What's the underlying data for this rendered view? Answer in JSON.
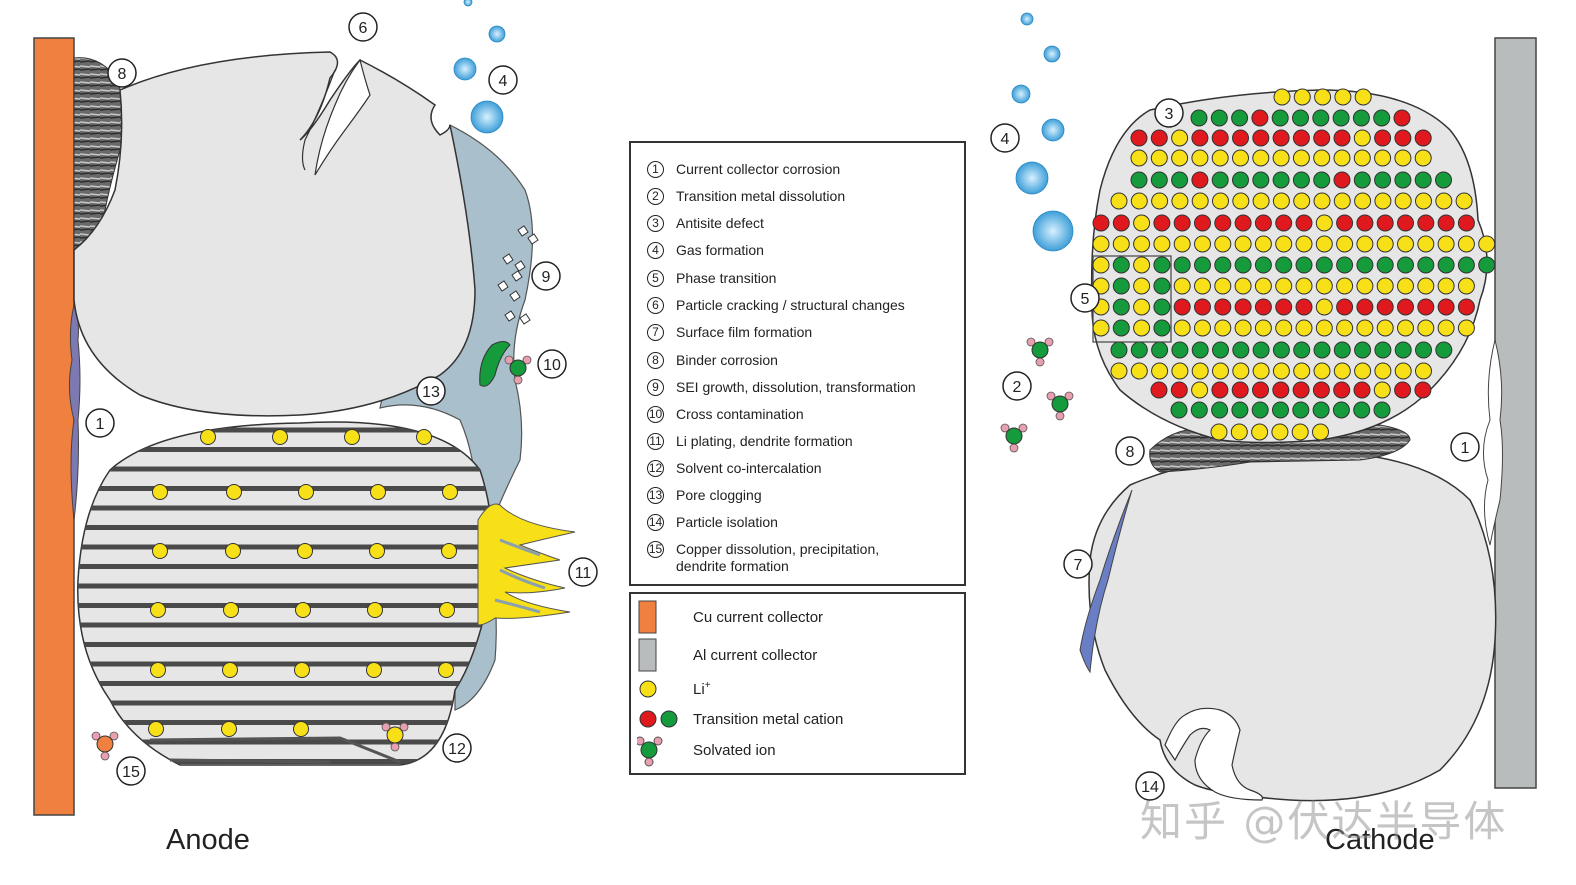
{
  "captions": {
    "anode": "Anode",
    "cathode": "Cathode"
  },
  "watermark": "知乎 @伏达半导体",
  "legend": [
    {
      "num": "1",
      "text": "Current collector corrosion"
    },
    {
      "num": "2",
      "text": "Transition metal dissolution"
    },
    {
      "num": "3",
      "text": "Antisite defect"
    },
    {
      "num": "4",
      "text": "Gas formation"
    },
    {
      "num": "5",
      "text": "Phase transition"
    },
    {
      "num": "6",
      "text": "Particle cracking / structural changes"
    },
    {
      "num": "7",
      "text": "Surface film formation"
    },
    {
      "num": "8",
      "text": "Binder corrosion"
    },
    {
      "num": "9",
      "text": "SEI growth, dissolution, transformation"
    },
    {
      "num": "10",
      "text": "Cross contamination"
    },
    {
      "num": "11",
      "text": "Li plating, dendrite formation"
    },
    {
      "num": "12",
      "text": "Solvent co-intercalation"
    },
    {
      "num": "13",
      "text": "Pore clogging"
    },
    {
      "num": "14",
      "text": "Particle isolation"
    },
    {
      "num": "15",
      "text": "Copper dissolution, precipitation, dendrite formation"
    }
  ],
  "key": [
    {
      "symbol": "cu",
      "text": "Cu current collector"
    },
    {
      "symbol": "al",
      "text": "Al current collector"
    },
    {
      "symbol": "li",
      "text": "Li",
      "sup": "+"
    },
    {
      "symbol": "tm",
      "text": "Transition metal cation"
    },
    {
      "symbol": "solv",
      "text": "Solvated ion"
    }
  ],
  "diagram_labels": {
    "a1": "1",
    "a6": "6",
    "a8": "8",
    "a4": "4",
    "a9": "9",
    "a10": "10",
    "a13": "13",
    "a11": "11",
    "a12": "12",
    "a15": "15",
    "c1": "1",
    "c2": "2",
    "c3": "3",
    "c4": "4",
    "c5": "5",
    "c7": "7",
    "c8": "8",
    "c14": "14"
  },
  "colors": {
    "cu": "#f08040",
    "al": "#b8bcbd",
    "li": "#f7e017",
    "red": "#e0191f",
    "green": "#159a3c",
    "particle": "#e6e6e6",
    "electrolyte": "#a9bfcc",
    "film": "#6a7ec5",
    "gas": "#5ab2e0",
    "binder": "#555555"
  }
}
